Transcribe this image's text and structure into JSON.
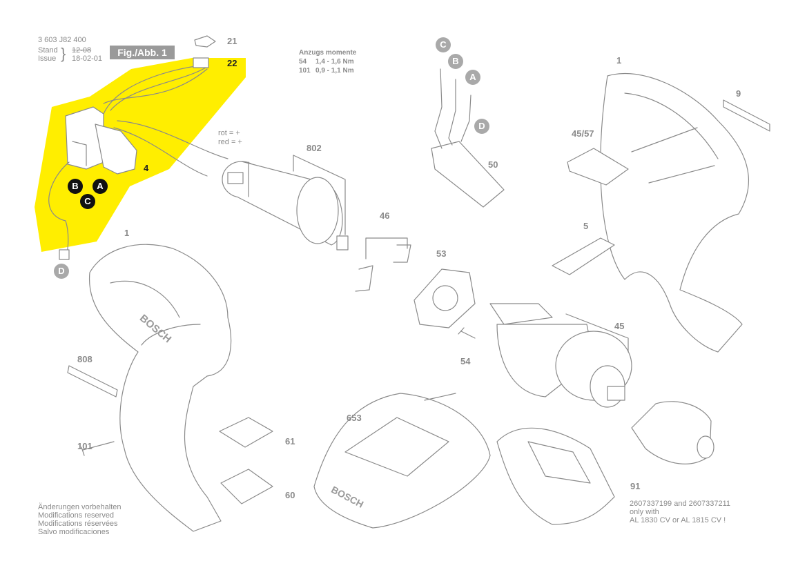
{
  "header": {
    "part_number": "3 603 J82 400",
    "stand_label": "Stand",
    "issue_label": "Issue",
    "stand_value": "12-08",
    "issue_value": "18-02-01",
    "fig_label": "Fig./Abb. 1"
  },
  "torque": {
    "title": "Anzugs momente",
    "rows": [
      {
        "ref": "54",
        "value": "1,4 - 1,6 Nm"
      },
      {
        "ref": "101",
        "value": "0,9 - 1,1 Nm"
      }
    ]
  },
  "wire_note": {
    "line1": "rot = +",
    "line2": "red = +"
  },
  "part_labels": {
    "p1_top": "1",
    "p9": "9",
    "p45_57": "45/57",
    "p5": "5",
    "p21": "21",
    "p22": "22",
    "p4": "4",
    "p802": "802",
    "p50": "50",
    "p46": "46",
    "p53": "53",
    "p54": "54",
    "p45": "45",
    "p1_left": "1",
    "p808": "808",
    "p101": "101",
    "p61": "61",
    "p60": "60",
    "p653": "653",
    "p91": "91"
  },
  "connector_letters": {
    "switch_b": "B",
    "switch_a": "A",
    "switch_c": "C",
    "cable_d": "D",
    "board_c": "C",
    "board_b": "B",
    "board_a": "A",
    "board_d": "D"
  },
  "footnote": {
    "line1": "Änderungen vorbehalten",
    "line2": "Modifications reserved",
    "line3": "Modifications réservées",
    "line4": "Salvo modificaciones"
  },
  "battery_note": {
    "line1": "2607337199 and 2607337211",
    "line2": "only with",
    "line3": "AL 1830 CV or AL 1815 CV !"
  },
  "branding": {
    "housing_logo": "BOSCH",
    "charger_logo": "BOSCH"
  },
  "colors": {
    "highlight": "#ffee00",
    "line_art": "#8a8a8a",
    "badge_grey": "#a9a9a9",
    "badge_black": "#111111"
  }
}
